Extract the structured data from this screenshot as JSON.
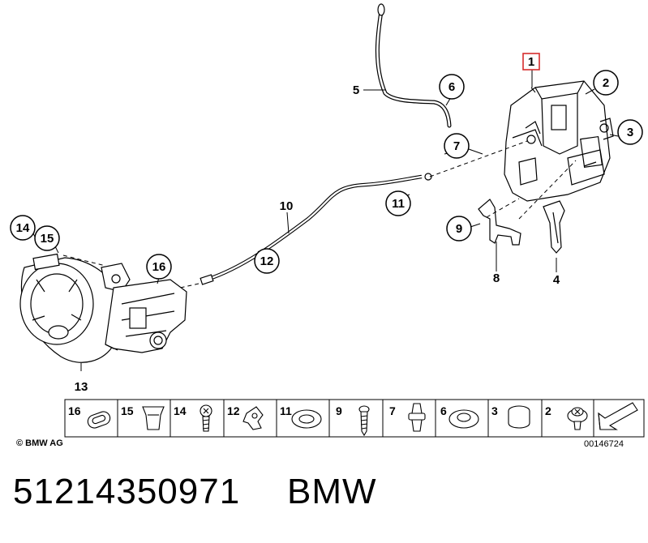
{
  "callouts": {
    "c1": "1",
    "c2": "2",
    "c3": "3",
    "c4": "4",
    "c5": "5",
    "c6": "6",
    "c7": "7",
    "c8": "8",
    "c9": "9",
    "c10": "10",
    "c11": "11",
    "c12": "12",
    "c13": "13",
    "c14": "14",
    "c15": "15",
    "c16": "16"
  },
  "legend": {
    "items": [
      "16",
      "15",
      "14",
      "12",
      "11",
      "9",
      "7",
      "6",
      "3",
      "2"
    ]
  },
  "footer": {
    "copyright": "© BMW AG",
    "diagram_id": "00146724"
  },
  "part": {
    "number": "51214350971",
    "brand": "BMW"
  },
  "colors": {
    "highlight": "#d62d2d",
    "legend_bg": "#f0f0f0",
    "line": "#000000"
  }
}
